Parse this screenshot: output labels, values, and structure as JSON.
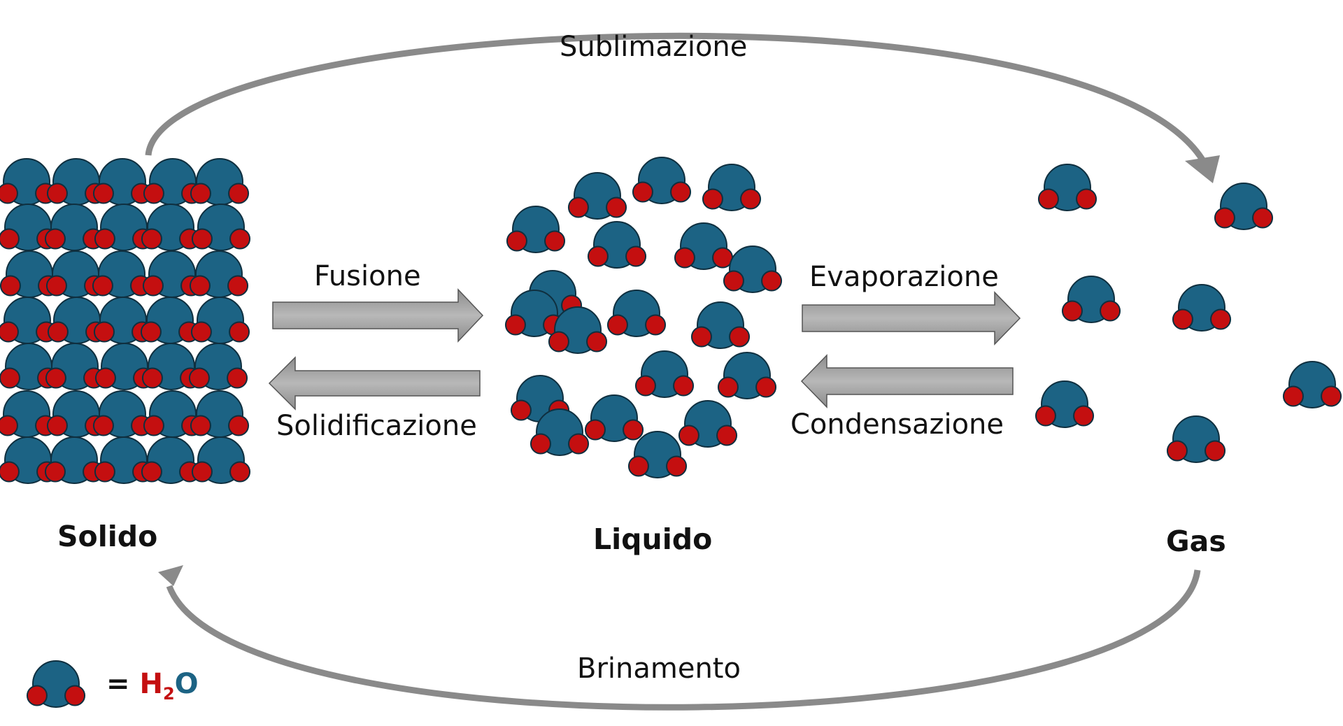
{
  "colors": {
    "molecule_body": "#1c6384",
    "atom_h": "#c40f10",
    "outline": "#0f2f3f",
    "arrow_fill": "#9e9e9e",
    "arc": "#8a8a8a",
    "text": "#111111"
  },
  "phases": {
    "solid": "Solido",
    "liquid": "Liquido",
    "gas": "Gas"
  },
  "processes": {
    "sublimation": "Sublimazione",
    "fusion": "Fusione",
    "solidification": "Solidificazione",
    "evaporation": "Evaporazione",
    "condensation": "Condensazione",
    "deposition": "Brinamento"
  },
  "legend": {
    "equals": "=",
    "h": "H",
    "sub": "2",
    "o": "O"
  }
}
